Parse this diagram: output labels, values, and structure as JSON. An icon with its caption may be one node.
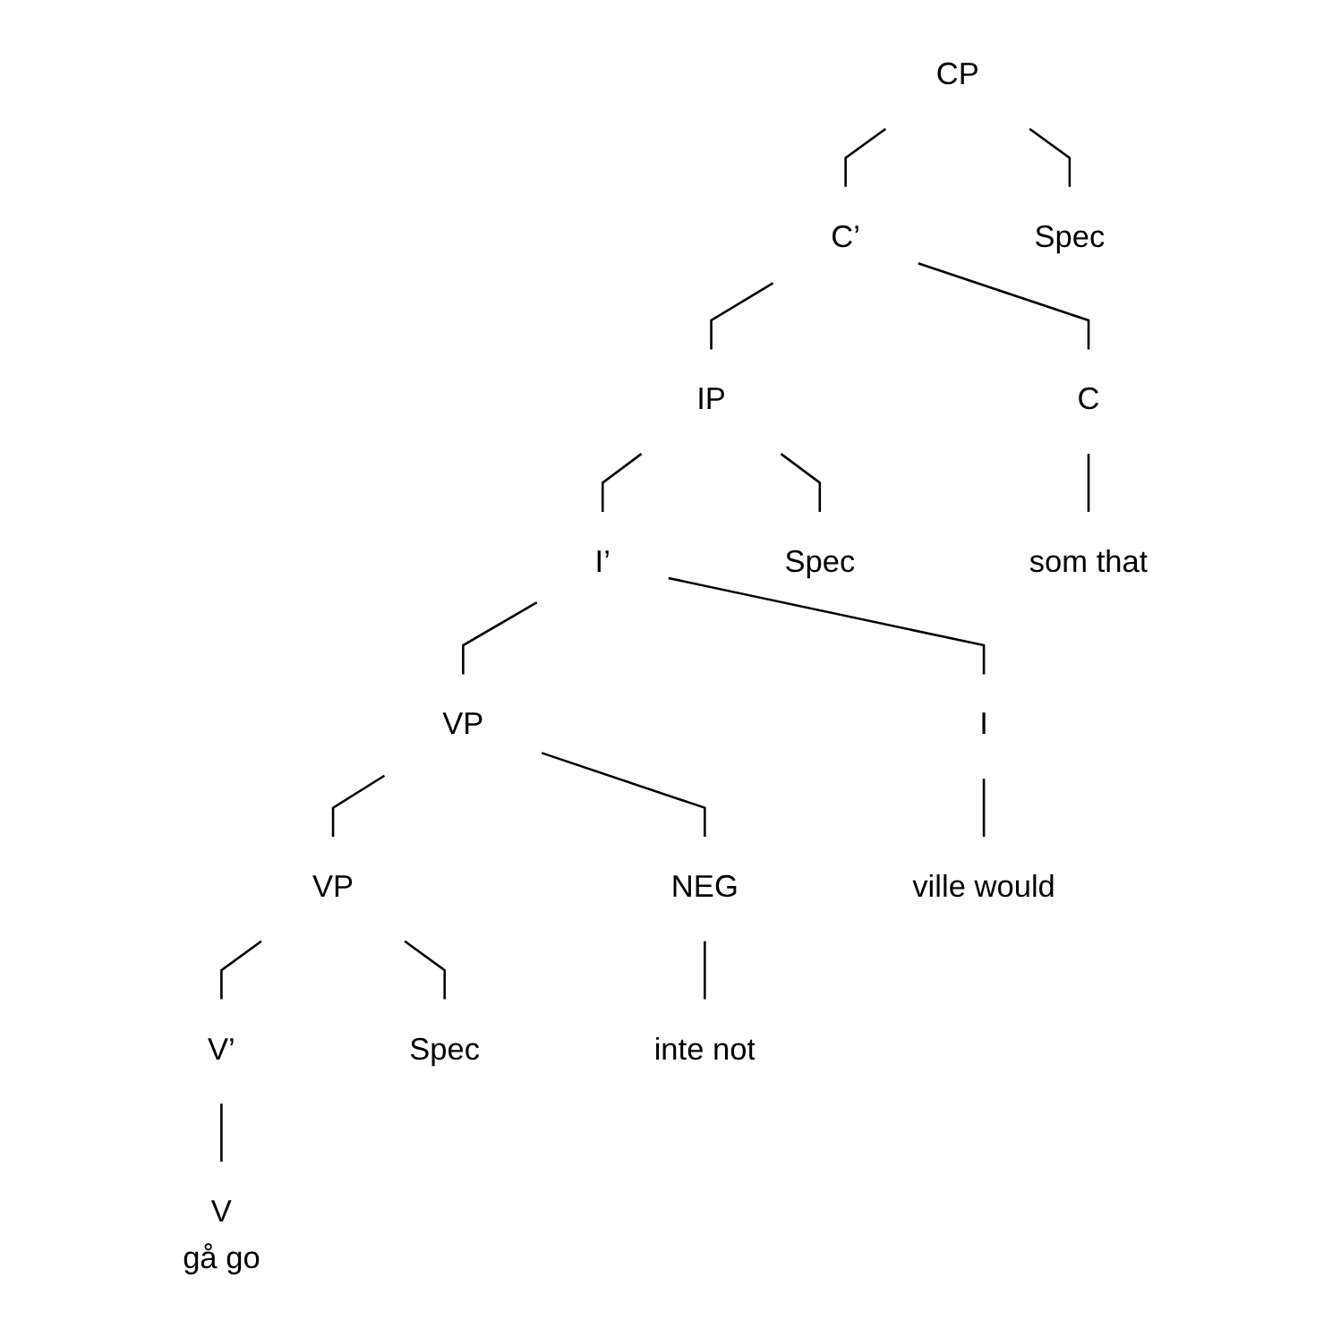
{
  "diagram": {
    "nodes": [
      {
        "text": [
          "CP"
        ]
      },
      {
        "text": [
          "C’"
        ]
      },
      {
        "text": [
          "Spec"
        ]
      },
      {
        "text": [
          "IP"
        ]
      },
      {
        "text": [
          "C"
        ]
      },
      {
        "text": [
          "I’"
        ]
      },
      {
        "text": [
          "Spec"
        ]
      },
      {
        "text": [
          "VP"
        ]
      },
      {
        "text": [
          "som that"
        ]
      },
      {
        "text": [
          "I"
        ]
      },
      {
        "text": [
          "VP"
        ]
      },
      {
        "text": [
          "NEG"
        ]
      },
      {
        "text": [
          "ville would"
        ]
      },
      {
        "text": [
          "V’"
        ]
      },
      {
        "text": [
          "Spec"
        ]
      },
      {
        "text": [
          "inte not"
        ]
      },
      {
        "text": [
          "V",
          "gå go"
        ]
      }
    ],
    "edges": [
      {
        "from": 0,
        "to": 2,
        "arrow": "none"
      },
      {
        "from": 0,
        "to": 1,
        "arrow": "none"
      },
      {
        "from": 1,
        "to": 4,
        "arrow": "none"
      },
      {
        "from": 1,
        "to": 3,
        "arrow": "none"
      },
      {
        "from": 4,
        "to": 8,
        "arrow": "none"
      },
      {
        "from": 3,
        "to": 6,
        "arrow": "none"
      },
      {
        "from": 3,
        "to": 5,
        "arrow": "none"
      },
      {
        "from": 5,
        "to": 9,
        "arrow": "none"
      },
      {
        "from": 5,
        "to": 7,
        "arrow": "none"
      },
      {
        "from": 9,
        "to": 12,
        "arrow": "none"
      },
      {
        "from": 7,
        "to": 11,
        "arrow": "none"
      },
      {
        "from": 7,
        "to": 10,
        "arrow": "none"
      },
      {
        "from": 11,
        "to": 15,
        "arrow": "none"
      },
      {
        "from": 10,
        "to": 14,
        "arrow": "none"
      },
      {
        "from": 10,
        "to": 13,
        "arrow": "none"
      },
      {
        "from": 13,
        "to": 16,
        "arrow": "none"
      }
    ]
  }
}
